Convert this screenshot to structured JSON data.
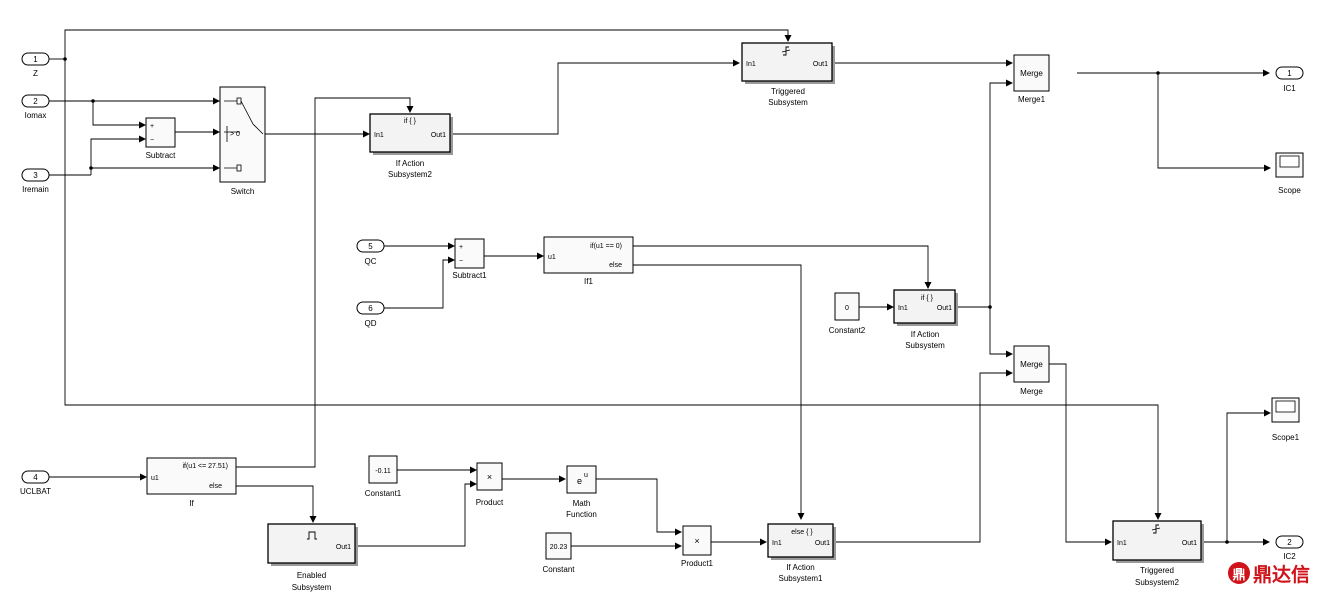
{
  "inports": {
    "z": {
      "num": "1",
      "label": "Z"
    },
    "iomax": {
      "num": "2",
      "label": "Iomax"
    },
    "iremain": {
      "num": "3",
      "label": "Iremain"
    },
    "uclbat": {
      "num": "4",
      "label": "UCLBAT"
    },
    "qc": {
      "num": "5",
      "label": "QC"
    },
    "qd": {
      "num": "6",
      "label": "QD"
    }
  },
  "outports": {
    "ic1": {
      "num": "1",
      "label": "IC1"
    },
    "ic2": {
      "num": "2",
      "label": "IC2"
    }
  },
  "blocks": {
    "subtract": {
      "label": "Subtract",
      "plus": "+",
      "minus": "−"
    },
    "subtract1": {
      "label": "Subtract1",
      "plus": "+",
      "minus": "−"
    },
    "switch": {
      "label": "Switch",
      "threshold": "> 0"
    },
    "if_action2": {
      "title": "if { }",
      "in": "In1",
      "out": "Out1",
      "label1": "If Action",
      "label2": "Subsystem2"
    },
    "triggered": {
      "in": "In1",
      "out": "Out1",
      "label1": "Triggered",
      "label2": "Subsystem"
    },
    "merge1": {
      "text": "Merge",
      "label": "Merge1"
    },
    "merge": {
      "text": "Merge",
      "label": "Merge"
    },
    "scope": {
      "label": "Scope"
    },
    "scope1": {
      "label": "Scope1"
    },
    "if1": {
      "in": "u1",
      "cond": "if(u1 == 0)",
      "else": "else",
      "label": "If1"
    },
    "constant2": {
      "value": "0",
      "label": "Constant2"
    },
    "if_action": {
      "title": "if { }",
      "in": "In1",
      "out": "Out1",
      "label1": "If Action",
      "label2": "Subsystem"
    },
    "if_block": {
      "in": "u1",
      "cond": "if(u1  <= 27.51)",
      "else": "else",
      "label": "If"
    },
    "constant1": {
      "value": "-0.11",
      "label": "Constant1"
    },
    "product": {
      "sym": "×",
      "label": "Product"
    },
    "math": {
      "sym": "e",
      "sup": "u",
      "label1": "Math",
      "label2": "Function"
    },
    "constant": {
      "value": "20.23",
      "label": "Constant"
    },
    "product1": {
      "sym": "×",
      "label": "Product1"
    },
    "if_action1": {
      "title": "else { }",
      "in": "In1",
      "out": "Out1",
      "label1": "If Action",
      "label2": "Subsystem1"
    },
    "enabled": {
      "out": "Out1",
      "label1": "Enabled",
      "label2": "Subsystem"
    },
    "triggered2": {
      "in": "In1",
      "out": "Out1",
      "label1": "Triggered",
      "label2": "Subsystem2"
    }
  },
  "watermark": {
    "icon": "鼎",
    "text": "鼎达信"
  }
}
